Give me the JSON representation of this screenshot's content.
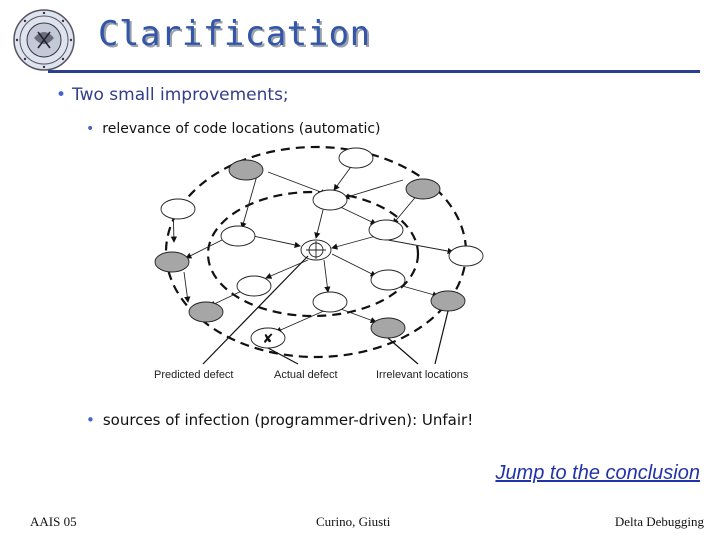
{
  "slide": {
    "title": "Clarification",
    "bullet_main": "Two small improvements;",
    "sub_bullets": [
      "relevance of code locations (automatic)",
      "sources of infection (programmer-driven): Unfair!"
    ],
    "link_text": "Jump to the conclusion",
    "bullet_glyph": "•"
  },
  "diagram": {
    "labels": [
      "Predicted defect",
      "Actual defect",
      "Irrelevant locations"
    ],
    "actual_defect_mark": "✘"
  },
  "footer": {
    "left": "AAIS 05",
    "center": "Curino, Giusti",
    "right": "Delta Debugging"
  },
  "colors": {
    "title": "#3355aa",
    "rule": "#2a3f8f",
    "link": "#2233aa",
    "node_gray": "#a6a6a6",
    "node_white": "#ffffff"
  },
  "icons": {
    "logo": "university-seal-icon"
  }
}
